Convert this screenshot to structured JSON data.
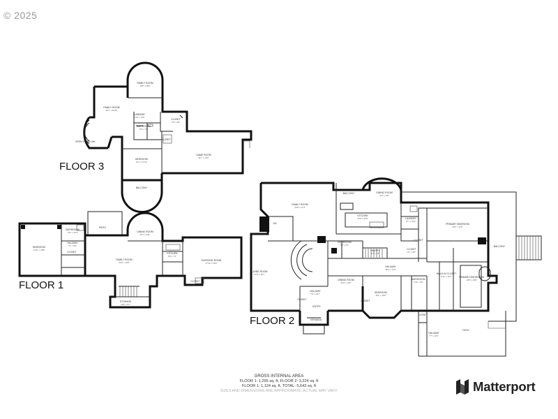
{
  "copyright": "© 2025",
  "floors": {
    "floor1": "FLOOR 1",
    "floor2": "FLOOR 2",
    "floor3": "FLOOR 3"
  },
  "rooms": {
    "f3_family_room_upper": {
      "name": "FAMILY ROOM",
      "dims": "12'8\" x 18'0\""
    },
    "f3_family_room": {
      "name": "FAMILY ROOM",
      "dims": "16'7\" x 20'10\""
    },
    "f3_landing": {
      "name": "LANDING",
      "dims": "7'10\" x 13'6\""
    },
    "f3_bathroom": {
      "name": "BATHROOM",
      "dims": "8'0\" x 7'1\""
    },
    "f3_closet_a": {
      "name": "CLOSET",
      "dims": "7'8\" x 3'9\""
    },
    "f3_closet_b": {
      "name": "CLOSET",
      "dims": ""
    },
    "f3_open_to_below": {
      "name": "OPEN TO BELOW",
      "dims": ""
    },
    "f3_bedroom": {
      "name": "BEDROOM",
      "dims": "12'7\" x 21'11\""
    },
    "f3_game_room": {
      "name": "GAME ROOM",
      "dims": "31'7\" x 13'9\""
    },
    "f3_balcony": {
      "name": "BALCONY",
      "dims": ""
    },
    "f1_bedroom": {
      "name": "BEDROOM",
      "dims": "14'11\" x 18'8\""
    },
    "f1_bathroom": {
      "name": "BATHROOM",
      "dims": "7'11\" x 13'3\""
    },
    "f1_hallway": {
      "name": "HALLWAY",
      "dims": "7'1\" x 9'6\""
    },
    "f1_closet": {
      "name": "CLOSET",
      "dims": ""
    },
    "f1_patio": {
      "name": "PATIO",
      "dims": ""
    },
    "f1_dining_room": {
      "name": "DINING ROOM",
      "dims": "13'1\" x 8'11\""
    },
    "f1_family_room": {
      "name": "FAMILY ROOM",
      "dims": "24'0\" x 14'8\""
    },
    "f1_kitchen": {
      "name": "KITCHEN",
      "dims": "6'8\" x 7'1\""
    },
    "f1_exercise_room": {
      "name": "EXERCISE ROOM",
      "dims": "17'10\" x 15'5\""
    },
    "f1_closet_2": {
      "name": "CLOSET",
      "dims": ""
    },
    "f1_storage": {
      "name": "STORAGE",
      "dims": "14'8\" x 5'1\""
    },
    "f2_balcony": {
      "name": "BALCONY",
      "dims": ""
    },
    "f2_dining_room_upper": {
      "name": "DINING ROOM",
      "dims": "11'3\" x 8'6\""
    },
    "f2_family_room": {
      "name": "FAMILY ROOM",
      "dims": "23'8\" x 17'4\""
    },
    "f2_kitchen": {
      "name": "KITCHEN",
      "dims": "13'9\" x 13'9\""
    },
    "f2_dn": {
      "name": "DN",
      "dims": ""
    },
    "f2_bathroom": {
      "name": "BATHROOM",
      "dims": "5'2\" x 6'3\""
    },
    "f2_living_room": {
      "name": "LIVING ROOM",
      "dims": "17'0\" x 16'7\""
    },
    "f2_laundry": {
      "name": "LAUNDRY",
      "dims": "9'7\" x 10'5\""
    },
    "f2_closet_a": {
      "name": "CLOSET",
      "dims": ""
    },
    "f2_primary_bedroom": {
      "name": "PRIMARY BEDROOM",
      "dims": "18'1\" x 17'6\""
    },
    "f2_closet_b": {
      "name": "CLOSET",
      "dims": "9'7\" x 3'6\""
    },
    "f2_pantry": {
      "name": "PANTRY",
      "dims": "4'7\" x 4'4\""
    },
    "f2_hallway": {
      "name": "HALLWAY",
      "dims": "36'4\" x 17'9\""
    },
    "f2_walk_in_closet": {
      "name": "WALK-IN CLOSET",
      "dims": "8'11\" x 11'6\""
    },
    "f2_primary_bathroom": {
      "name": "PRIMARY BATHROOM",
      "dims": "13'8\" x 10'8\""
    },
    "f2_balcony_side": {
      "name": "BALCONY",
      "dims": ""
    },
    "f2_hallway_2": {
      "name": "HALLWAY",
      "dims": "7'6\" x 19'7\""
    },
    "f2_closet_c": {
      "name": "CLOSET",
      "dims": ""
    },
    "f2_dining_room": {
      "name": "DINING ROOM",
      "dims": "14'0\" x 13'5\""
    },
    "f2_bedroom": {
      "name": "BEDROOM",
      "dims": "16'1\" x 15'0\""
    },
    "f2_bathroom_2": {
      "name": "BATHROOM",
      "dims": "9'11\" x 5'6\""
    },
    "f2_closet_d": {
      "name": "CLOSET",
      "dims": ""
    },
    "f2_entry": {
      "name": "ENTRY",
      "dims": ""
    },
    "f2_veranda": {
      "name": "VERANDA",
      "dims": ""
    },
    "f2_hallway_3": {
      "name": "HALLWAY",
      "dims": "7'7\" x 12'4\""
    },
    "f2_deck": {
      "name": "DECK",
      "dims": ""
    },
    "f2_closet_e": {
      "name": "CLOSET",
      "dims": ""
    }
  },
  "summary": {
    "heading": "GROSS INTERNAL AREA",
    "line1": "FLOOR 1: 1,295 sq. ft, FLOOR 2: 3,224 sq. ft",
    "line2": "FLOOR 1: 1,124 sq. ft, TOTAL: 5,643 sq. ft",
    "note": "SIZES AND DIMENSIONS ARE APPROXIMATE, ACTUAL MAY VARY."
  },
  "brand": {
    "name": "Matterport",
    "logo_icon": "matterport-logo-icon",
    "color": "#222222"
  }
}
